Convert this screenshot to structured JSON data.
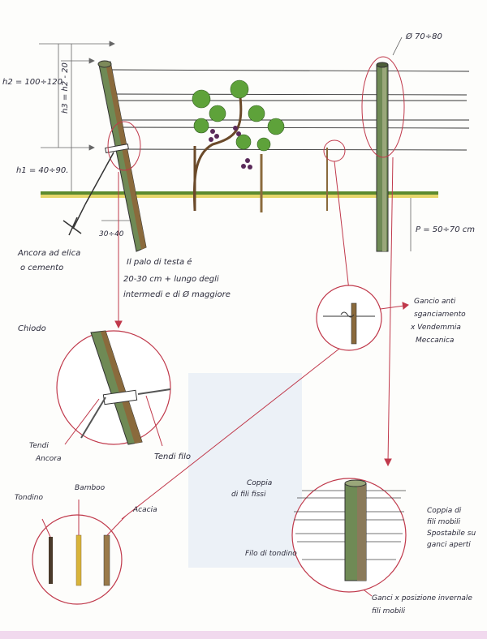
{
  "dimensions": {
    "h2": "h2 = 100÷120",
    "h3": "h3 = h2 - 20",
    "h1": "h1 = 40÷90.",
    "diameter": "Ø 70÷80",
    "depth": "P = 50÷70 cm",
    "anchor_distance": "30÷40"
  },
  "notes": {
    "anchor_line1": "Ancora ad elica",
    "anchor_line2": "o cemento",
    "head_pole_line1": "Il palo di testa é",
    "head_pole_line2": "20-30 cm + lungo degli",
    "head_pole_line3": "intermedi e di Ø maggiore",
    "nail": "Chiodo",
    "hook_line1": "Gancio anti",
    "hook_line2": "sganciamento",
    "hook_line3": "x Vendemmia",
    "hook_line4": "Meccanica",
    "anchor_tensioner_line1": "Tendi",
    "anchor_tensioner_line2": "Ancora",
    "wire_tensioner": "Tendi filo",
    "rod": "Tondino",
    "bamboo": "Bamboo",
    "acacia": "Acacia",
    "fixed_wires_line1": "Coppia",
    "fixed_wires_line2": "di fili fissi",
    "mobile_wires_line1": "Coppia di",
    "mobile_wires_line2": "fili mobili",
    "mobile_wires_line3": "Spostabile su",
    "mobile_wires_line4": "ganci aperti",
    "rod_wire": "Filo di tondino",
    "winter_hooks_line1": "Ganci x posizione invernale",
    "winter_hooks_line2": "fili mobili"
  },
  "colors": {
    "callout": "#c0394b",
    "pole_green": "#6f8a55",
    "pole_brown": "#8a6a3c",
    "grass": "#5c8a2e",
    "leaf": "#5ea23a",
    "grape": "#5a2a5a"
  }
}
